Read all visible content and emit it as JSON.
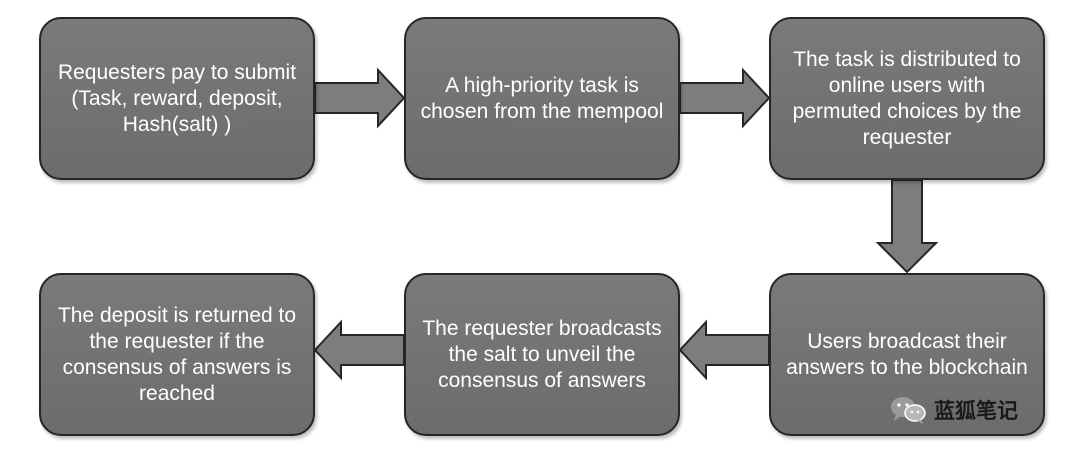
{
  "steps": [
    {
      "text": "Requesters pay to submit (Task, reward, deposit, Hash(salt) )"
    },
    {
      "text": "A high-priority task is chosen from the mempool"
    },
    {
      "text": "The task is distributed to online users with permuted choices by the requester"
    },
    {
      "text": "Users broadcast their answers to the blockchain"
    },
    {
      "text": "The requester broadcasts the salt to unveil the consensus of answers"
    },
    {
      "text": "The deposit is returned to the requester if the consensus of answers is reached"
    }
  ],
  "colors": {
    "box_fill": "#747474",
    "box_border": "#262626",
    "arrow_fill": "#7d7d7d",
    "text": "#ffffff"
  },
  "watermark": {
    "text": "蓝狐笔记",
    "icon": "wechat-icon"
  }
}
